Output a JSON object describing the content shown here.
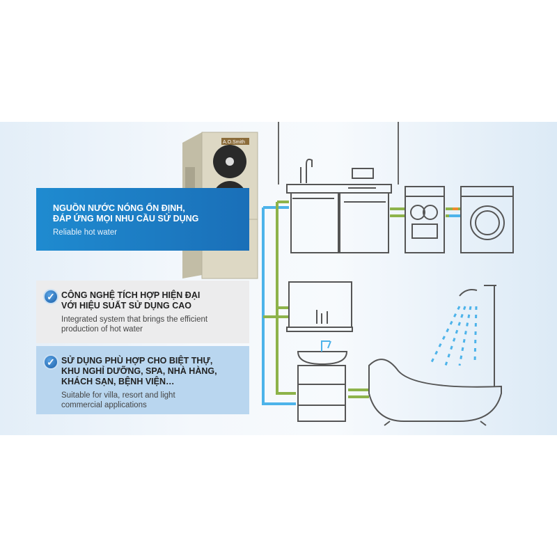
{
  "product_logo": "A.O.Smith",
  "features": [
    {
      "title_line1": "NGUỒN NƯỚC NÓNG ỔN ĐỊNH,",
      "title_line2": "ĐÁP ỨNG MỌI NHU CẦU SỬ DỤNG",
      "subtitle": "Reliable hot water"
    },
    {
      "title_line1": "CÔNG NGHỆ TÍCH HỢP HIỆN ĐẠI",
      "title_line2": "VỚI HIỆU SUẤT SỬ DỤNG CAO",
      "subtitle_line1": "Integrated system that brings the efficient",
      "subtitle_line2": "production of hot water"
    },
    {
      "title_line1": "SỬ DỤNG PHÙ HỢP CHO BIỆT THỰ,",
      "title_line2": "KHU NGHỈ DƯỠNG, SPA, NHÀ HÀNG,",
      "title_line3": "KHÁCH SẠN, BỆNH VIỆN…",
      "subtitle_line1": "Suitable for villa, resort and light",
      "subtitle_line2": "commercial applications"
    }
  ],
  "colors": {
    "cold_pipe": "#4db3ea",
    "hot_pipe": "#8db34a",
    "accent": "#1a7cc4"
  }
}
